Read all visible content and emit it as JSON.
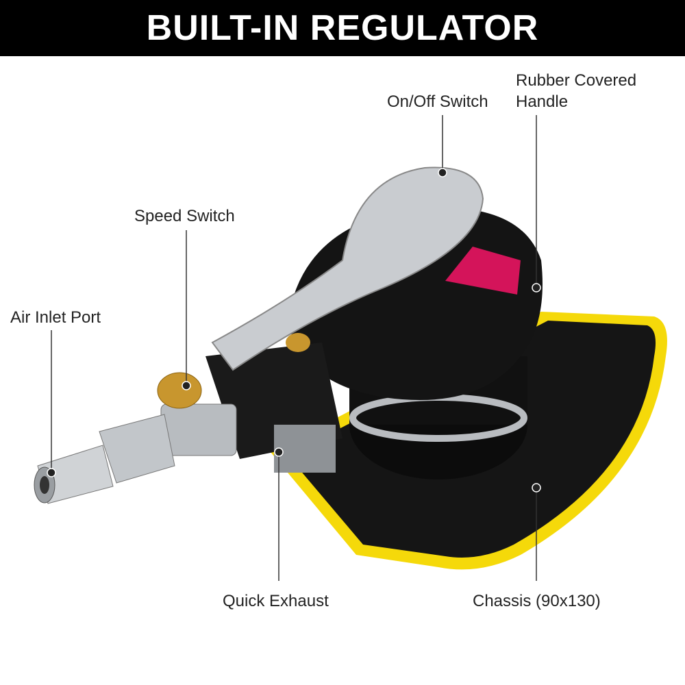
{
  "header": {
    "title": "BUILT-IN REGULATOR"
  },
  "labels": {
    "on_off_switch": "On/Off Switch",
    "rubber_handle_line1": "Rubber Covered",
    "rubber_handle_line2": "Handle",
    "speed_switch": "Speed Switch",
    "air_inlet_port": "Air Inlet Port",
    "quick_exhaust": "Quick Exhaust",
    "chassis": "Chassis (90x130)"
  },
  "colors": {
    "header_bg": "#000000",
    "pad_yellow": "#f5d90a",
    "body_black": "#111111",
    "chrome": "#c9ccd0",
    "brass": "#c8962e"
  }
}
